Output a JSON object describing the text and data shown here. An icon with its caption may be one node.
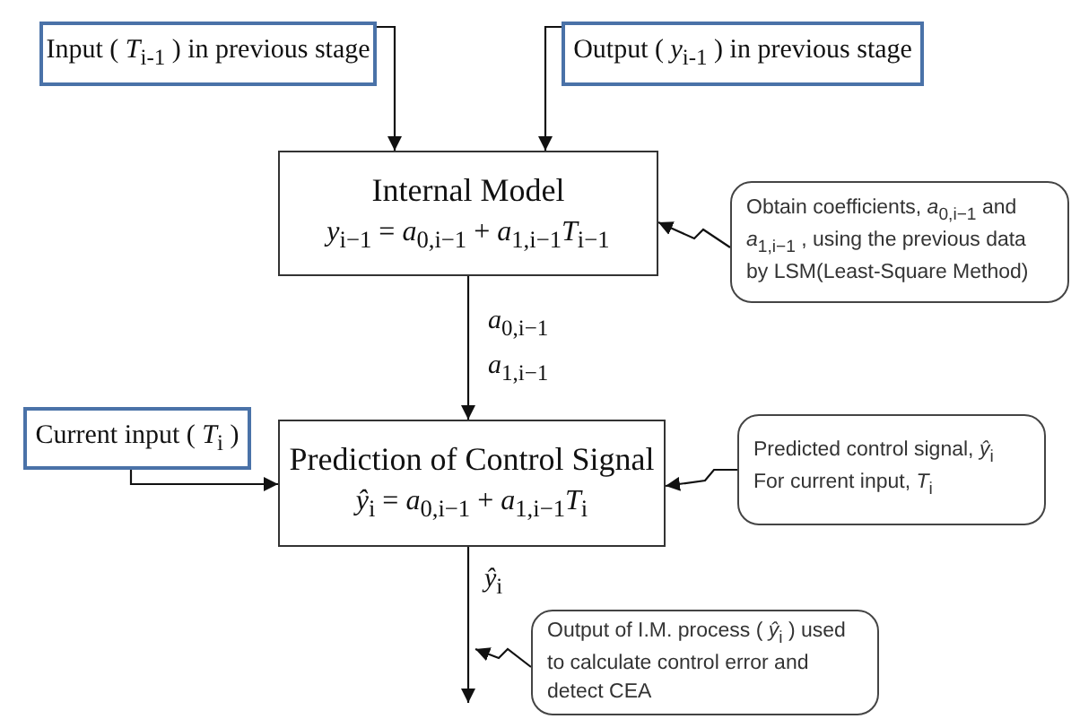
{
  "diagram": {
    "nodes": [
      {
        "text": [
          "Input ( *T*$_{i-1}$ ) in previous stage"
        ]
      },
      {
        "text": [
          "Output ( *y*$_{i-1}$ ) in previous stage"
        ]
      },
      {
        "text": [
          "Internal Model",
          "*y*$_{i−1}$ = *a*$_{0,i−1}$ + *a*$_{1,i−1}$*T*$_{i−1}$"
        ]
      },
      {
        "text": [
          "Obtain coefficients, *a*$_{0,i−1}$ and *a*$_{1,i−1}$ , using the previous data by LSM(Least-Square Method)"
        ]
      },
      {
        "text": [
          "Current input ( *T*$_{i}$ )"
        ]
      },
      {
        "text": [
          "Prediction of Control Signal",
          "*ŷ*$_{i}$ = *a*$_{0,i−1}$ + *a*$_{1,i−1}$*T*$_{i}$"
        ]
      },
      {
        "text": [
          "Predicted control signal, *ŷ*$_{i}$ For current input, *T*$_{i}$"
        ]
      },
      {
        "text": [
          "Output of I.M. process ( *ŷ*$_{i}$ ) used to calculate control error and detect CEA"
        ]
      }
    ],
    "edges": [
      {
        "from": 0,
        "to": 2,
        "arrow": "to"
      },
      {
        "from": 1,
        "to": 2,
        "arrow": "to"
      },
      {
        "from": 2,
        "to": 5,
        "arrow": "to",
        "label": "*a*$_{0,i−1}$ *a*$_{1,i−1}$"
      },
      {
        "from": 4,
        "to": 5,
        "arrow": "to"
      },
      {
        "from": 5,
        "to": null,
        "arrow": "to",
        "label": "*ŷ*$_{i}$"
      },
      {
        "from": 3,
        "to": 2,
        "arrow": "to"
      },
      {
        "from": 6,
        "to": 5,
        "arrow": "to"
      },
      {
        "from": 7,
        "to": null,
        "arrow": "to"
      }
    ]
  }
}
